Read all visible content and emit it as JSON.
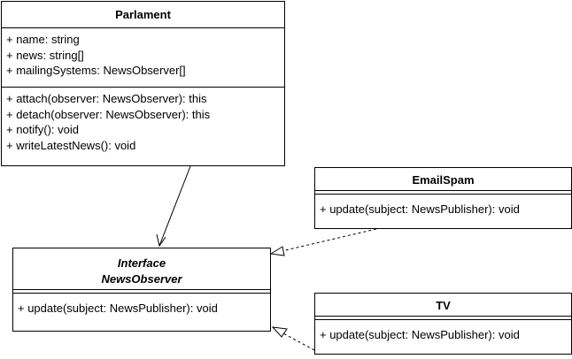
{
  "classes": {
    "parlament": {
      "name": "Parlament",
      "attributes": [
        "+ name: string",
        "+ news: string[]",
        "+ mailingSystems: NewsObserver[]"
      ],
      "methods": [
        "+ attach(observer: NewsObserver): this",
        "+ detach(observer: NewsObserver): this",
        "+ notify(): void",
        "+ writeLatestNews(): void"
      ]
    },
    "email_spam": {
      "name": "EmailSpam",
      "methods": [
        "+ update(subject: NewsPublisher): void"
      ]
    },
    "news_observer": {
      "stereotype": "Interface",
      "name": "NewsObserver",
      "methods": [
        "+ update(subject: NewsPublisher): void"
      ]
    },
    "tv": {
      "name": "TV",
      "methods": [
        "+ update(subject: NewsPublisher): void"
      ]
    }
  }
}
